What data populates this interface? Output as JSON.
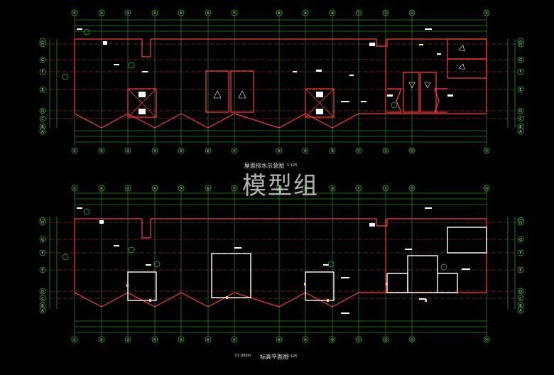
{
  "drawing": {
    "watermark": "模型组",
    "plan1": {
      "title": "屋面排水示意图",
      "scale": "1:125",
      "grid_top": [
        "①",
        "②",
        "③",
        "④",
        "⑤",
        "⑥",
        "⑦",
        "⑧",
        "⑨",
        "⑩",
        "⑪",
        "⑫",
        "⑬",
        "⑭"
      ],
      "grid_side": [
        "J",
        "H",
        "G",
        "F",
        "E",
        "D",
        "C",
        "B",
        "A"
      ]
    },
    "plan2": {
      "title": "标高平面图",
      "scale": "1:125",
      "elevation": "51.000m"
    },
    "colors": {
      "background": "#000000",
      "wall": "#ff3b3b",
      "grid": "#22cc22",
      "annotation": "#ffffff",
      "accent_yellow": "#ffd23a",
      "dim_line": "#2ec82e"
    }
  }
}
